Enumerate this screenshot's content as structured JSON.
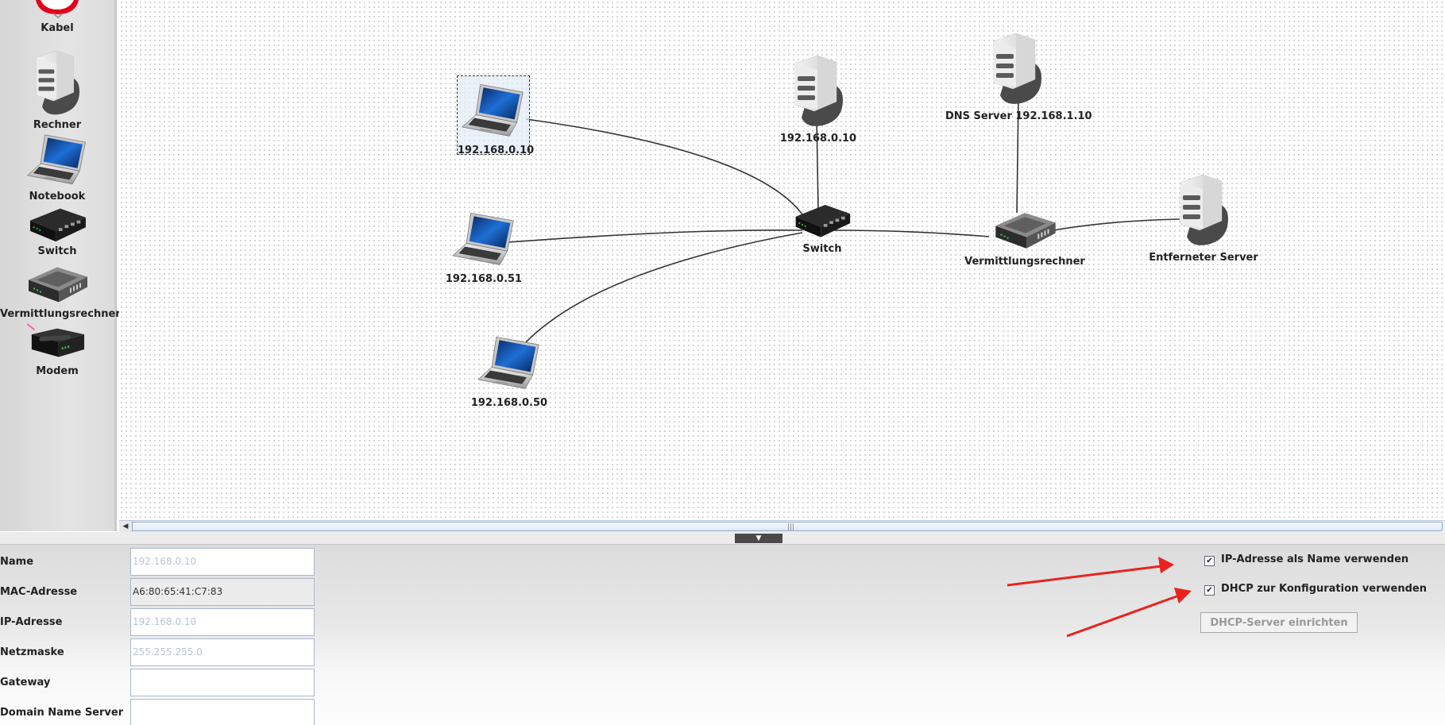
{
  "palette": {
    "items": [
      {
        "label": "Kabel",
        "icon": "cable-icon"
      },
      {
        "label": "Rechner",
        "icon": "server-icon"
      },
      {
        "label": "Notebook",
        "icon": "laptop-icon"
      },
      {
        "label": "Switch",
        "icon": "switch-icon"
      },
      {
        "label": "Vermittlungsrechner",
        "icon": "router-icon"
      },
      {
        "label": "Modem",
        "icon": "modem-icon"
      }
    ]
  },
  "network": {
    "nodes": [
      {
        "id": "nb1",
        "label": "192.168.0.10",
        "type": "notebook",
        "selected": true
      },
      {
        "id": "nb2",
        "label": "192.168.0.51",
        "type": "notebook"
      },
      {
        "id": "nb3",
        "label": "192.168.0.50",
        "type": "notebook"
      },
      {
        "id": "srv1",
        "label": "192.168.0.10",
        "type": "rechner"
      },
      {
        "id": "sw",
        "label": "Switch",
        "type": "switch"
      },
      {
        "id": "rt",
        "label": "Vermittlungsrechner",
        "type": "vermittlungsrechner"
      },
      {
        "id": "dns",
        "label": "DNS Server 192.168.1.10",
        "type": "rechner"
      },
      {
        "id": "remote",
        "label": "Entferneter Server",
        "type": "rechner"
      }
    ],
    "links": [
      [
        "nb1",
        "sw"
      ],
      [
        "nb2",
        "sw"
      ],
      [
        "nb3",
        "sw"
      ],
      [
        "srv1",
        "sw"
      ],
      [
        "sw",
        "rt"
      ],
      [
        "rt",
        "dns"
      ],
      [
        "rt",
        "remote"
      ]
    ]
  },
  "properties": {
    "name": {
      "label": "Name",
      "value": "192.168.0.10"
    },
    "mac": {
      "label": "MAC-Adresse",
      "value": "A6:80:65:41:C7:83"
    },
    "ip": {
      "label": "IP-Adresse",
      "value": "192.168.0.10"
    },
    "netmask": {
      "label": "Netzmaske",
      "value": "255.255.255.0"
    },
    "gateway": {
      "label": "Gateway",
      "value": ""
    },
    "dns": {
      "label": "Domain Name Server",
      "value": ""
    },
    "use_ip_as_name": {
      "label": "IP-Adresse als Name verwenden",
      "checked": true
    },
    "use_dhcp": {
      "label": "DHCP zur Konfiguration verwenden",
      "checked": true
    },
    "dhcp_server_button": "DHCP-Server einrichten"
  },
  "colors": {
    "annotation_arrow": "#e8231f",
    "link": "#333333",
    "screen": "#1a5fc0"
  }
}
